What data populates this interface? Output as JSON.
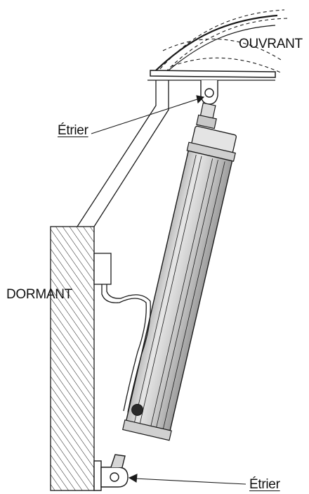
{
  "labels": {
    "ouvrant": "OUVRANT",
    "dormant": "DORMANT",
    "etrier_top": "Étrier",
    "etrier_bottom": "Étrier"
  },
  "colors": {
    "line": "#1a1a1a",
    "cylinder_fill": "#d4d4d4",
    "cylinder_shadow": "#a9a9a9",
    "highlight": "#f2f2f2"
  }
}
